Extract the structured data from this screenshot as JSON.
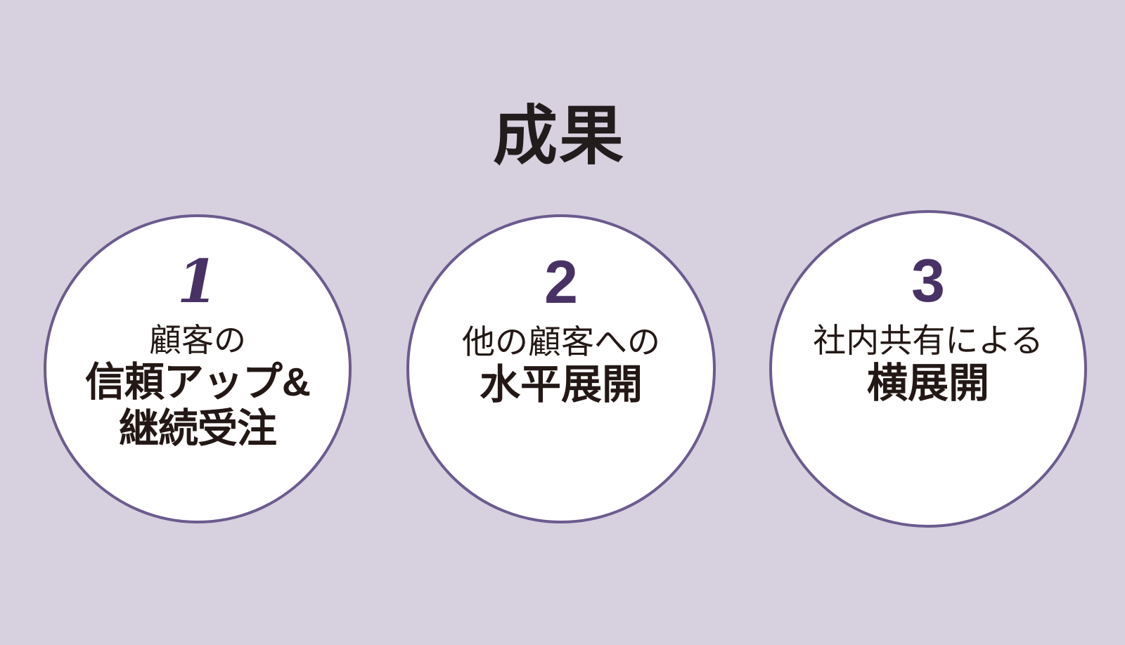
{
  "slide": {
    "background_color": "#d6d0df",
    "title": "成果"
  },
  "theme": {
    "background": "#d6d0df",
    "circle_fill": "#ffffff",
    "circle_border": "#6b5b8e",
    "number_color": "#483265",
    "text_color": "#231815"
  },
  "circles": [
    {
      "number": "1",
      "line1": "顧客の",
      "line2": "信頼アップ&",
      "line3": "継続受注"
    },
    {
      "number": "2",
      "line1": "他の顧客への",
      "line2": "水平展開",
      "line3": ""
    },
    {
      "number": "3",
      "line1": "社内共有による",
      "line2": "横展開",
      "line3": ""
    }
  ]
}
